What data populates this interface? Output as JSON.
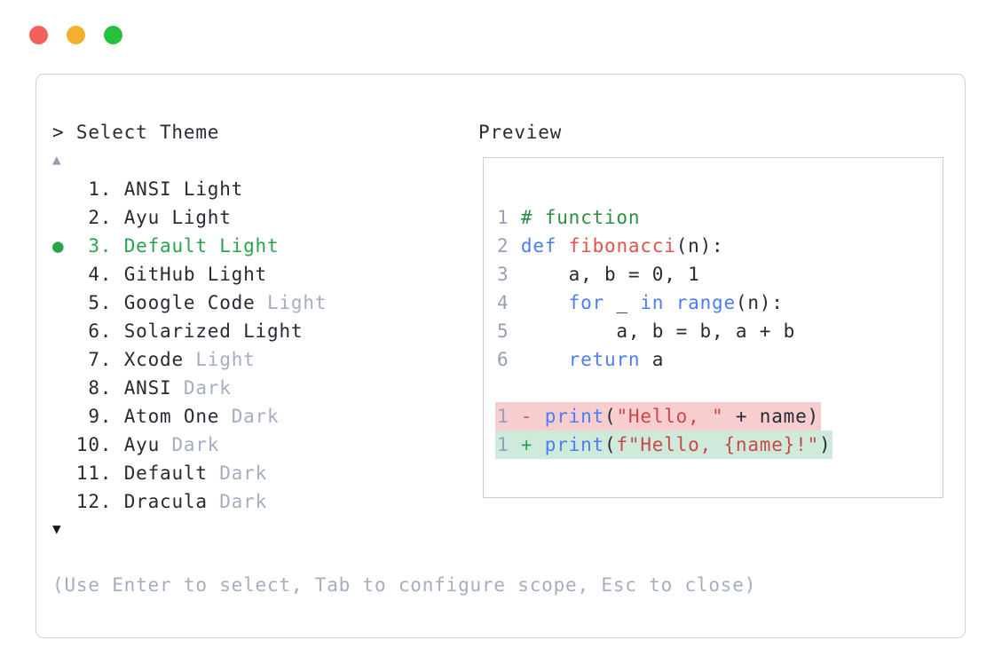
{
  "window": {
    "controls": [
      {
        "name": "close",
        "color": "#f4615c"
      },
      {
        "name": "minimize",
        "color": "#f2b02e"
      },
      {
        "name": "zoom",
        "color": "#27c23d"
      }
    ]
  },
  "theme_picker": {
    "prompt": "> Select Theme",
    "scroll_up_indicator": "▲",
    "scroll_down_indicator": "▼",
    "items": [
      {
        "num": " 1.",
        "main": "ANSI Light",
        "muted": "",
        "selected": false
      },
      {
        "num": " 2.",
        "main": "Ayu Light",
        "muted": "",
        "selected": false
      },
      {
        "num": " 3.",
        "main": "Default Light",
        "muted": "",
        "selected": true
      },
      {
        "num": " 4.",
        "main": "GitHub Light",
        "muted": "",
        "selected": false
      },
      {
        "num": " 5.",
        "main": "Google Code ",
        "muted": "Light",
        "selected": false
      },
      {
        "num": " 6.",
        "main": "Solarized Light",
        "muted": "",
        "selected": false
      },
      {
        "num": " 7.",
        "main": "Xcode ",
        "muted": "Light",
        "selected": false
      },
      {
        "num": " 8.",
        "main": "ANSI ",
        "muted": "Dark",
        "selected": false
      },
      {
        "num": " 9.",
        "main": "Atom One ",
        "muted": "Dark",
        "selected": false
      },
      {
        "num": "10.",
        "main": "Ayu ",
        "muted": "Dark",
        "selected": false
      },
      {
        "num": "11.",
        "main": "Default ",
        "muted": "Dark",
        "selected": false
      },
      {
        "num": "12.",
        "main": "Dracula ",
        "muted": "Dark",
        "selected": false
      }
    ],
    "selected_item": "Default Light",
    "hint": "(Use Enter to select, Tab to configure scope, Esc to close)"
  },
  "preview": {
    "label": "Preview",
    "code_lines": [
      {
        "tokens": [
          {
            "t": "1 ",
            "c": "num"
          },
          {
            "t": "# function",
            "c": "comment"
          }
        ]
      },
      {
        "tokens": [
          {
            "t": "2 ",
            "c": "num"
          },
          {
            "t": "def",
            "c": "kw"
          },
          {
            "t": " ",
            "c": "plain"
          },
          {
            "t": "fibonacci",
            "c": "fn"
          },
          {
            "t": "(n):",
            "c": "plain"
          }
        ]
      },
      {
        "tokens": [
          {
            "t": "3 ",
            "c": "num"
          },
          {
            "t": "    a, b = 0, 1",
            "c": "plain"
          }
        ]
      },
      {
        "tokens": [
          {
            "t": "4 ",
            "c": "num"
          },
          {
            "t": "    ",
            "c": "plain"
          },
          {
            "t": "for",
            "c": "kw"
          },
          {
            "t": " _ ",
            "c": "plain"
          },
          {
            "t": "in",
            "c": "kw"
          },
          {
            "t": " ",
            "c": "plain"
          },
          {
            "t": "range",
            "c": "kw"
          },
          {
            "t": "(n):",
            "c": "plain"
          }
        ]
      },
      {
        "tokens": [
          {
            "t": "5 ",
            "c": "num"
          },
          {
            "t": "        a, b = b, a + b",
            "c": "plain"
          }
        ]
      },
      {
        "tokens": [
          {
            "t": "6 ",
            "c": "num"
          },
          {
            "t": "    ",
            "c": "plain"
          },
          {
            "t": "return",
            "c": "kw"
          },
          {
            "t": " a",
            "c": "plain"
          }
        ]
      },
      {
        "blank": true
      },
      {
        "diff": "removed",
        "tokens": [
          {
            "t": "1 ",
            "c": "num"
          },
          {
            "t": "- ",
            "c": "minus"
          },
          {
            "t": "print",
            "c": "kw"
          },
          {
            "t": "(",
            "c": "plain"
          },
          {
            "t": "\"Hello, \"",
            "c": "str"
          },
          {
            "t": " + name)",
            "c": "plain"
          }
        ]
      },
      {
        "diff": "added",
        "tokens": [
          {
            "t": "1 ",
            "c": "num"
          },
          {
            "t": "+ ",
            "c": "plus"
          },
          {
            "t": "print",
            "c": "kw"
          },
          {
            "t": "(",
            "c": "plain"
          },
          {
            "t": "f\"Hello, {name}!\"",
            "c": "str"
          },
          {
            "t": ")",
            "c": "plain"
          }
        ]
      }
    ]
  },
  "colors": {
    "text": "#272b33",
    "muted": "#a4aec0",
    "selection_green": "#2aa44c",
    "comment_green": "#2c8f3e",
    "keyword_blue": "#4b7ef5",
    "function_red": "#e0524c",
    "string_red": "#ca4848",
    "line_number_gray": "#98a1b3",
    "diff_removed_bg": "#f8cdd0",
    "diff_added_bg": "#cfeadb",
    "panel_border": "#ccd3dd",
    "preview_border": "#c8ced8"
  }
}
